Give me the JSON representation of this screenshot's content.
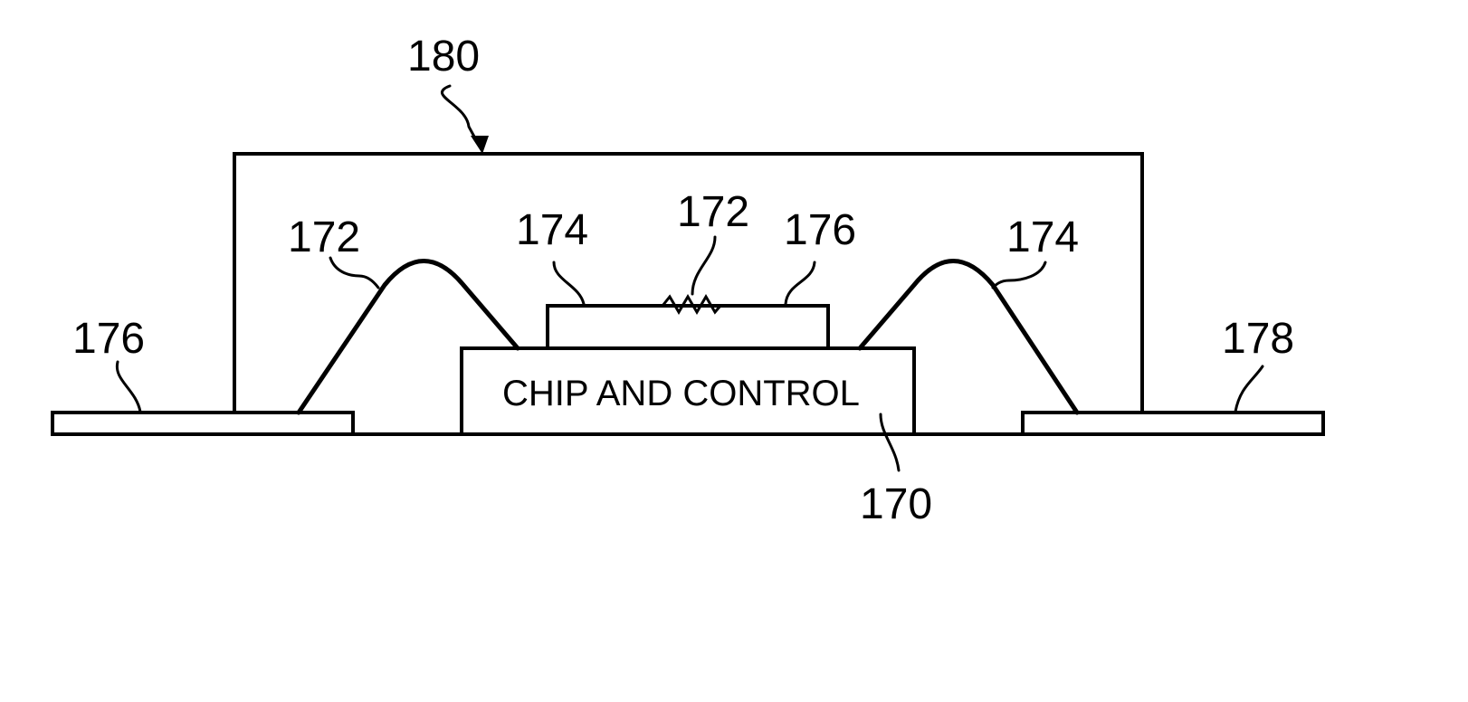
{
  "labels": {
    "package": "180",
    "wire_left": "172",
    "pad_left_top": "174",
    "resistor": "172",
    "pad_right_top": "176",
    "wire_right": "174",
    "lead_left": "176",
    "lead_right": "178",
    "chip": "170"
  },
  "chip_text": "CHIP AND CONTROL",
  "colors": {
    "stroke": "#000000",
    "background": "#ffffff"
  }
}
